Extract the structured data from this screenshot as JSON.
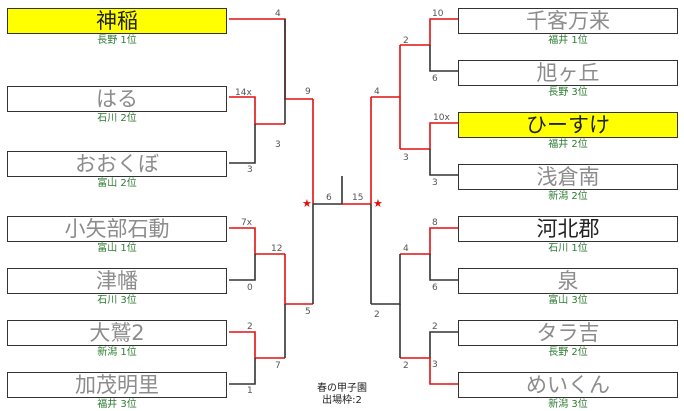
{
  "left": [
    {
      "name": "神稲",
      "sub": "長野 1位",
      "style": "hl"
    },
    {
      "name": "はる",
      "sub": "石川 2位",
      "style": ""
    },
    {
      "name": "おおくぼ",
      "sub": "富山 2位",
      "style": ""
    },
    {
      "name": "小矢部石動",
      "sub": "富山 1位",
      "style": ""
    },
    {
      "name": "津幡",
      "sub": "石川 3位",
      "style": ""
    },
    {
      "name": "大鷲2",
      "sub": "新潟 1位",
      "style": ""
    },
    {
      "name": "加茂明里",
      "sub": "福井 3位",
      "style": ""
    }
  ],
  "right": [
    {
      "name": "千客万来",
      "sub": "福井 1位",
      "style": ""
    },
    {
      "name": "旭ヶ丘",
      "sub": "長野 3位",
      "style": ""
    },
    {
      "name": "ひーすけ",
      "sub": "福井 2位",
      "style": "hl"
    },
    {
      "name": "浅倉南",
      "sub": "新潟 2位",
      "style": ""
    },
    {
      "name": "河北郡",
      "sub": "石川 1位",
      "style": "strong"
    },
    {
      "name": "泉",
      "sub": "富山 3位",
      "style": ""
    },
    {
      "name": "タラ吉",
      "sub": "長野 2位",
      "style": ""
    },
    {
      "name": "めいくん",
      "sub": "新潟 3位",
      "style": ""
    }
  ],
  "scores": {
    "l_r1_slot0": "4",
    "l_r1_hal": "14x",
    "l_r1_oku": "3",
    "l_r1_ko": "7x",
    "l_r1_tsu": "0",
    "l_r1_oh": "2",
    "l_r1_ka": "1",
    "l_r2_a": "9",
    "l_r2_b": "3",
    "l_r2_c": "12",
    "l_r2_d": "7",
    "l_r3_top": "6",
    "l_r3_bot": "5",
    "r_r1_sen": "10",
    "r_r1_asa": "6",
    "r_r1_hi": "10x",
    "r_r1_ase": "3",
    "r_r1_ka": "8",
    "r_r1_iz": "6",
    "r_r1_ta": "2",
    "r_r1_me": "3",
    "r_r2_a": "2",
    "r_r2_b": "3",
    "r_r2_c": "4",
    "r_r2_d": "2",
    "r_r3_top": "4",
    "r_r3_bot": "2",
    "final_left": "6",
    "final_right": "15"
  },
  "footer": {
    "line1": "春の甲子園",
    "line2": "出場枠:2"
  },
  "colors": {
    "win": "#e01010",
    "line": "#333333",
    "highlight": "#ffff00",
    "star": "#e01010"
  }
}
